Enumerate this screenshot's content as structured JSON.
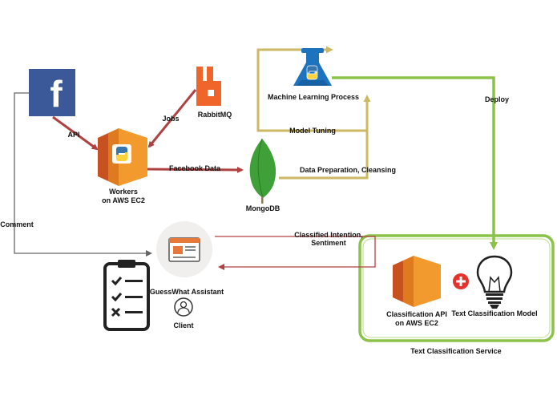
{
  "colors": {
    "facebook": "#3b5998",
    "rabbitmq": "#f06529",
    "aws_dark": "#c7511f",
    "aws_mid": "#e07a1f",
    "aws_light": "#f29a2e",
    "python_blue": "#3776ab",
    "python_yellow": "#ffd43b",
    "mongodb": "#3fa037",
    "flow_red": "#b04141",
    "flow_gray": "#666666",
    "flow_olive": "#cdb863",
    "flow_green": "#8bc34a",
    "azure_blue": "#1e73be",
    "plus_red": "#e5322d"
  },
  "nodes": {
    "facebook": {
      "icon": "facebook-logo-icon"
    },
    "rabbitmq": {
      "label": "RabbitMQ",
      "icon": "rabbitmq-logo-icon"
    },
    "workers": {
      "label_line1": "Workers",
      "label_line2": "on AWS EC2",
      "icon": "aws-ec2-python-icon"
    },
    "mongodb": {
      "label": "MongoDB",
      "icon": "mongodb-leaf-icon"
    },
    "ml": {
      "label": "Machine Learning Process",
      "icon": "azure-ml-flask-icon"
    },
    "assistant": {
      "label": "GuessWhat Assistant",
      "icon": "browser-window-icon"
    },
    "checklist": {
      "icon": "checklist-icon"
    },
    "client": {
      "label": "Client",
      "icon": "user-avatar-icon"
    },
    "classification_api": {
      "label_line1": "Classification API",
      "label_line2": "on AWS EC2",
      "icon": "aws-ec2-icon"
    },
    "plus": {
      "icon": "plus-icon"
    },
    "model": {
      "label": "Text Classification Model",
      "icon": "lightbulb-icon"
    },
    "service": {
      "label": "Text Classification Service"
    }
  },
  "edges": {
    "api": "API",
    "jobs": "Jobs",
    "facebook_data": "Facebook Data",
    "data_prep": "Data Preparation, Cleansing",
    "model_tuning": "Model Tuning",
    "deploy": "Deploy",
    "comment": "Comment",
    "classified_line1": "Classified Intention,",
    "classified_line2": "Sentiment"
  }
}
